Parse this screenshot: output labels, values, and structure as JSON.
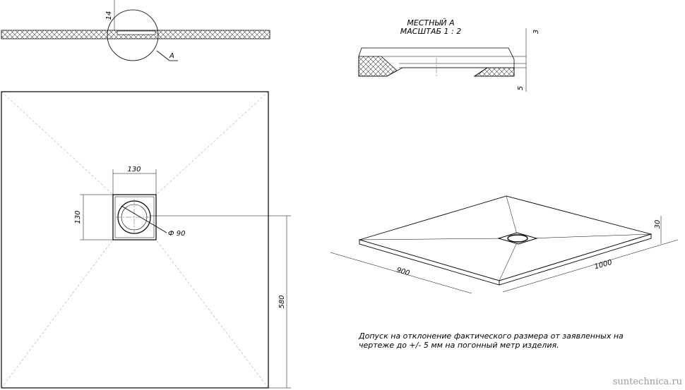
{
  "detail": {
    "title_line1": "МЕСТНЫЙ А",
    "title_line2": "МАСШТАБ 1 : 2",
    "dim_top": "3",
    "dim_bottom": "5"
  },
  "section": {
    "dim_thickness": "14",
    "callout": "А"
  },
  "plan": {
    "dim_drain_width": "130",
    "dim_drain_height": "130",
    "dim_drain_diameter": "Ф 90",
    "dim_height": "580"
  },
  "iso": {
    "dim_width": "900",
    "dim_length": "1000",
    "dim_thickness": "30"
  },
  "note": {
    "line1": "Допуск на отклонение фактического размера от заявленных на",
    "line2": "чертеже до +/- 5 мм на погонный метр изделия."
  },
  "watermark": "suntechnica.ru"
}
